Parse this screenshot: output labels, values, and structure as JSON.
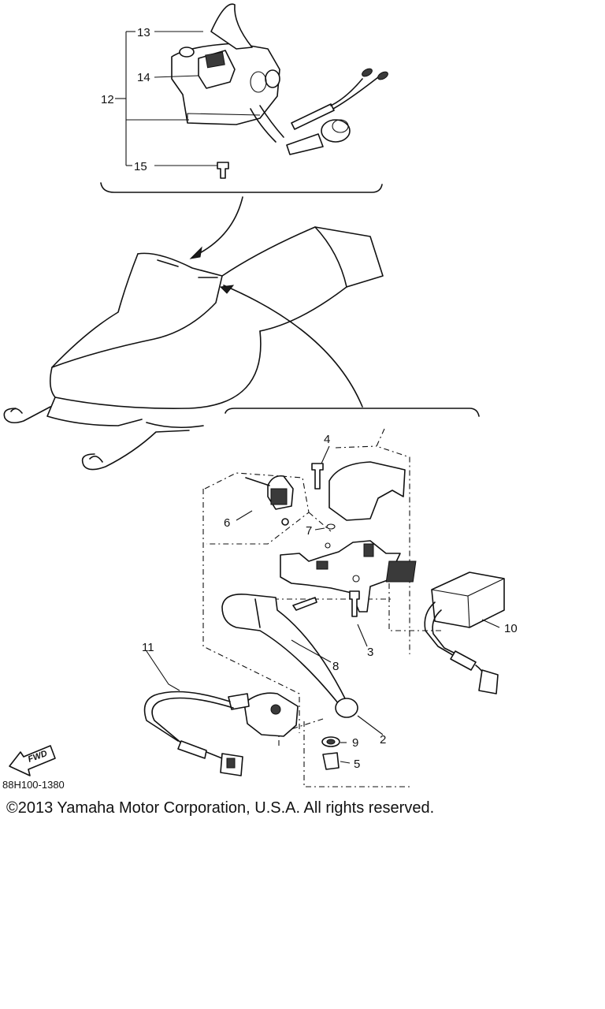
{
  "callouts": {
    "c2": "2",
    "c3": "3",
    "c4": "4",
    "c5": "5",
    "c6": "6",
    "c7": "7",
    "c8": "8",
    "c9": "9",
    "c10": "10",
    "c11": "11",
    "c12": "12",
    "c13": "13",
    "c14": "14",
    "c15": "15"
  },
  "fwd_label": "FWD",
  "figure_code": "88H100-1380",
  "copyright": "©2013 Yamaha Motor Corporation, U.S.A. All rights reserved."
}
